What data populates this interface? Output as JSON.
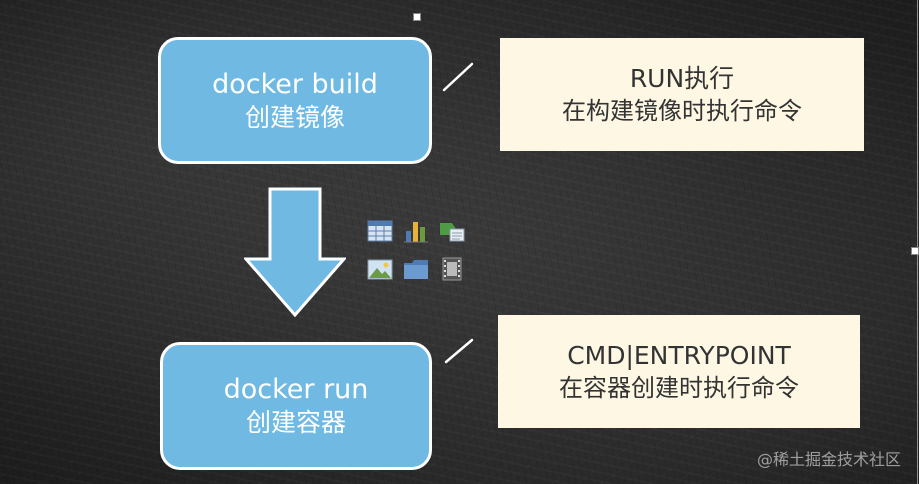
{
  "diagram": {
    "build_box": {
      "command": "docker build",
      "description": "创建镜像"
    },
    "run_box": {
      "command": "docker run",
      "description": "创建容器"
    },
    "run_note": {
      "title": "RUN执行",
      "text": "在构建镜像时执行命令"
    },
    "cmd_note": {
      "title": "CMD|ENTRYPOINT",
      "text": "在容器创建时执行命令"
    }
  },
  "content_icons": [
    "table-icon",
    "chart-icon",
    "smartart-icon",
    "picture-icon",
    "folder-icon",
    "video-icon"
  ],
  "watermark": "@稀土掘金技术社区",
  "colors": {
    "box_blue": "#6fb9e3",
    "box_cream": "#fdf7e4",
    "arrow": "#6fb9e3",
    "background": "#2a2a2a"
  }
}
